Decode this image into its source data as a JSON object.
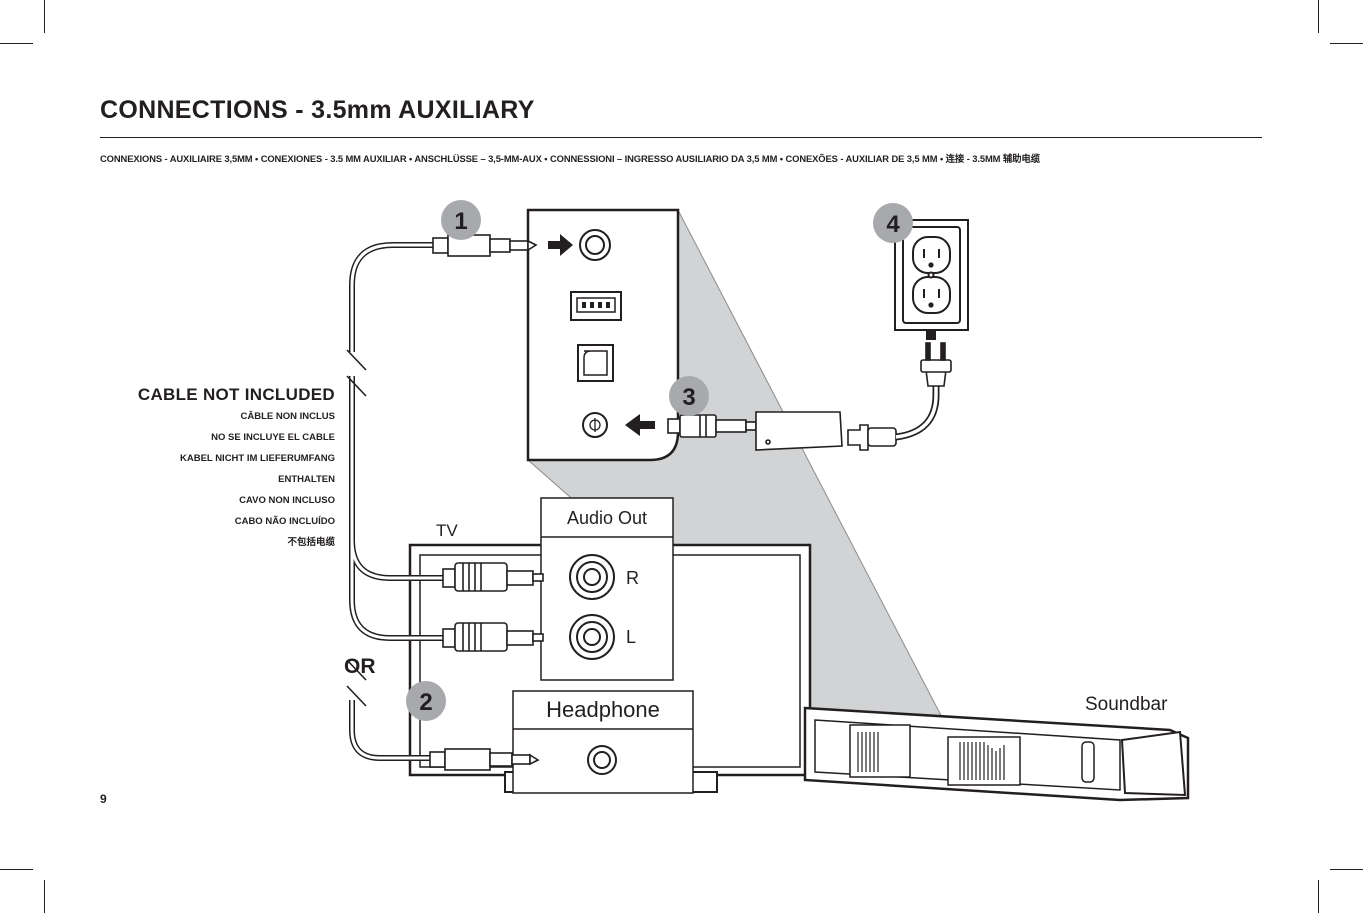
{
  "header": {
    "title": "CONNECTIONS - 3.5mm AUXILIARY",
    "subtitle": "CONNEXIONS - AUXILIAIRE 3,5MM • CONEXIONES - 3.5 MM AUXILIAR • ANSCHLÜSSE – 3,5-MM-AUX • CONNESSIONI – INGRESSO AUSILIARIO DA 3,5 MM • CONEXÕES - AUXILIAR DE 3,5 MM • 连接 - 3.5MM 辅助电缆"
  },
  "cable_note": {
    "title": "CABLE NOT INCLUDED",
    "translations": [
      "CÂBLE NON INCLUS",
      "NO SE INCLUYE EL CABLE",
      "KABEL NICHT IM LIEFERUMFANG",
      "ENTHALTEN",
      "CAVO NON INCLUSO",
      "CABO NÃO INCLUÍDO",
      "不包括电缆"
    ]
  },
  "labels": {
    "tv": "TV",
    "or": "OR",
    "soundbar": "Soundbar",
    "audio_out": "Audio Out",
    "headphone": "Headphone",
    "right": "R",
    "left": "L"
  },
  "steps": [
    "1",
    "2",
    "3",
    "4"
  ],
  "page_number": "9",
  "colors": {
    "ink": "#231f20",
    "badge": "#a7a9ac",
    "highlight": "#d1d3d4"
  }
}
